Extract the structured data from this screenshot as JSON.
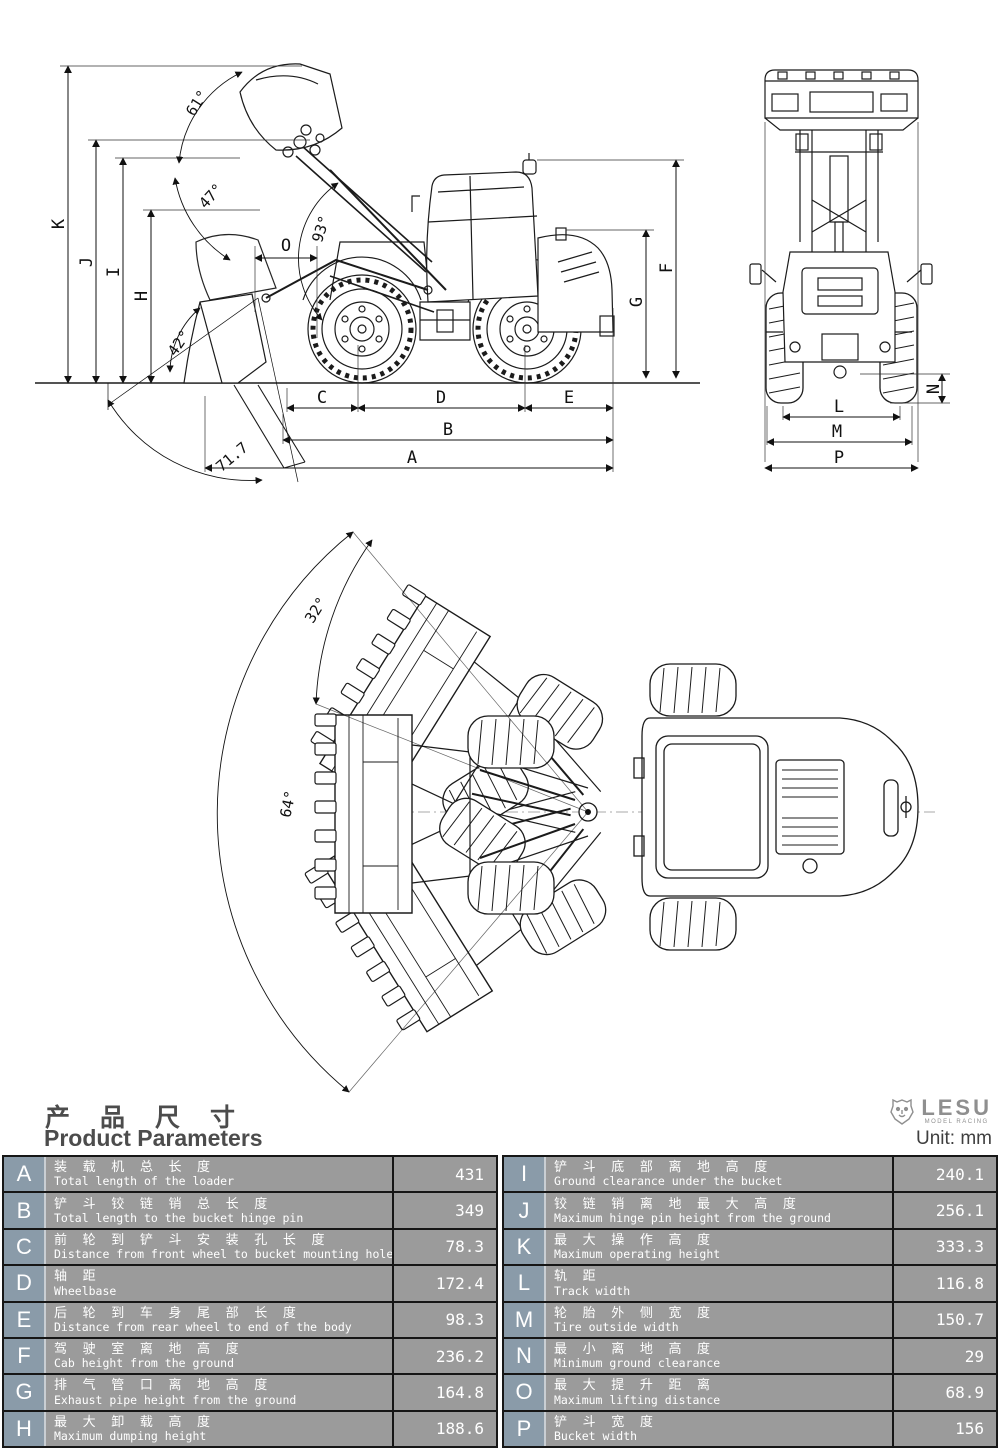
{
  "header": {
    "title_cn": "产品尺寸",
    "title_en": "Product Parameters",
    "unit_label": "Unit: mm",
    "brand": "LESU",
    "brand_tagline": "MODEL RACING"
  },
  "colors": {
    "letter_cell_bg": "#8a9ba9",
    "row_bg": "#9b9b9b",
    "table_border": "#161616",
    "text_on_gray": "#ffffff",
    "title_text": "#4c4c4c",
    "line_art": "#1b1b1b"
  },
  "diagram": {
    "side": {
      "k": "K",
      "j": "J",
      "i": "I",
      "h": "H",
      "f": "F",
      "g": "G",
      "o": "O",
      "c": "C",
      "d": "D",
      "e": "E",
      "b": "B",
      "a": "A",
      "a61": "61°",
      "a47": "47°",
      "a93": "93°",
      "a42": "42°",
      "a717": "71.7"
    },
    "rear": {
      "n": "N",
      "l": "L",
      "m": "M",
      "p": "P"
    },
    "top": {
      "a32": "32°",
      "a64": "64°"
    }
  },
  "params": {
    "left": [
      {
        "letter": "A",
        "cn": "装 载 机 总 长 度",
        "en": "Total length of the loader",
        "value": "431"
      },
      {
        "letter": "B",
        "cn": "铲 斗 铰 链 销 总 长 度",
        "en": "Total length to the bucket hinge pin",
        "value": "349"
      },
      {
        "letter": "C",
        "cn": "前 轮 到 铲 斗 安 装 孔 长 度",
        "en": "Distance from front wheel to bucket mounting hole",
        "value": "78.3"
      },
      {
        "letter": "D",
        "cn": "轴 距",
        "en": "Wheelbase",
        "value": "172.4"
      },
      {
        "letter": "E",
        "cn": "后 轮 到 车 身 尾 部 长 度",
        "en": "Distance from rear wheel to end of the body",
        "value": "98.3"
      },
      {
        "letter": "F",
        "cn": "驾 驶 室 离 地 高 度",
        "en": "Cab height from the ground",
        "value": "236.2"
      },
      {
        "letter": "G",
        "cn": "排 气 管 口 离 地 高 度",
        "en": "Exhaust pipe height from the ground",
        "value": "164.8"
      },
      {
        "letter": "H",
        "cn": "最 大 卸 载 高 度",
        "en": "Maximum dumping height",
        "value": "188.6"
      }
    ],
    "right": [
      {
        "letter": "I",
        "cn": "铲 斗 底 部 离 地 高 度",
        "en": "Ground clearance under the bucket",
        "value": "240.1"
      },
      {
        "letter": "J",
        "cn": "铰 链 销 离 地 最 大 高 度",
        "en": "Maximum hinge pin height from the ground",
        "value": "256.1"
      },
      {
        "letter": "K",
        "cn": "最 大 操 作 高 度",
        "en": "Maximum operating height",
        "value": "333.3"
      },
      {
        "letter": "L",
        "cn": "轨 距",
        "en": "Track width",
        "value": "116.8"
      },
      {
        "letter": "M",
        "cn": "轮 胎 外 侧 宽 度",
        "en": "Tire outside width",
        "value": "150.7"
      },
      {
        "letter": "N",
        "cn": "最 小 离 地 高 度",
        "en": "Minimum ground clearance",
        "value": "29"
      },
      {
        "letter": "O",
        "cn": "最 大 提 升 距 离",
        "en": "Maximum lifting distance",
        "value": "68.9"
      },
      {
        "letter": "P",
        "cn": "铲 斗 宽 度",
        "en": "Bucket width",
        "value": "156"
      }
    ]
  }
}
